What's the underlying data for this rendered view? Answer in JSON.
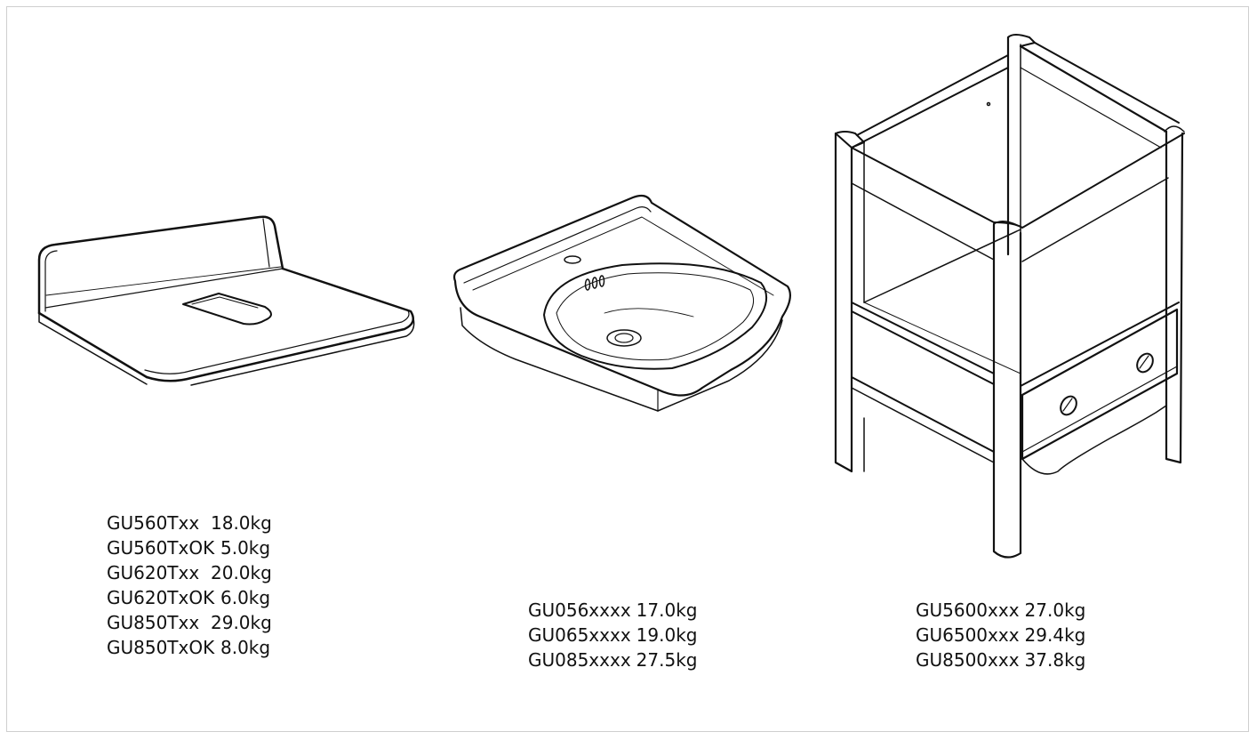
{
  "countertop": {
    "items": [
      {
        "code": "GU560Txx",
        "weight": "18.0kg"
      },
      {
        "code": "GU560TxOK",
        "weight": "5.0kg"
      },
      {
        "code": "GU620Txx",
        "weight": "20.0kg"
      },
      {
        "code": "GU620TxOK",
        "weight": "6.0kg"
      },
      {
        "code": "GU850Txx",
        "weight": "29.0kg"
      },
      {
        "code": "GU850TxOK",
        "weight": "8.0kg"
      }
    ]
  },
  "basin": {
    "items": [
      {
        "code": "GU056xxxx",
        "weight": "17.0kg"
      },
      {
        "code": "GU065xxxx",
        "weight": "19.0kg"
      },
      {
        "code": "GU085xxxx",
        "weight": "27.5kg"
      }
    ]
  },
  "stand": {
    "items": [
      {
        "code": "GU5600xxx",
        "weight": "27.0kg"
      },
      {
        "code": "GU6500xxx",
        "weight": "29.4kg"
      },
      {
        "code": "GU8500xxx",
        "weight": "37.8kg"
      }
    ]
  }
}
